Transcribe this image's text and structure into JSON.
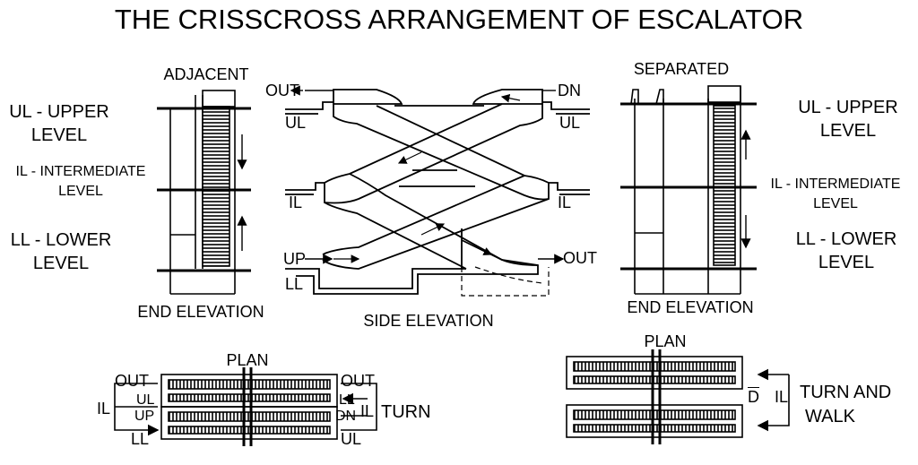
{
  "title": "THE CRISSCROSS ARRANGEMENT OF ESCALATOR",
  "left_end": {
    "heading": "ADJACENT",
    "caption": "END ELEVATION",
    "legend": {
      "ul": "UL - UPPER",
      "ul2": "LEVEL",
      "il": "IL - INTERMEDIATE",
      "il2": "LEVEL",
      "ll": "LL - LOWER",
      "ll2": "LEVEL"
    }
  },
  "right_end": {
    "heading": "SEPARATED",
    "caption": "END ELEVATION",
    "legend": {
      "ul": "UL - UPPER",
      "ul2": "LEVEL",
      "il": "IL - INTERMEDIATE",
      "il2": "LEVEL",
      "ll": "LL - LOWER",
      "ll2": "LEVEL"
    }
  },
  "side": {
    "caption": "SIDE ELEVATION",
    "out_top": "OUT",
    "dn_top": "DN",
    "ul_left": "UL",
    "ul_right": "UL",
    "il_left": "IL",
    "il_right": "IL",
    "up_bottom": "UP",
    "ll_bottom": "LL",
    "out_bottom": "OUT"
  },
  "plan_left": {
    "heading": "PLAN",
    "out_left": "OUT",
    "out_right": "OUT",
    "ul_left": "UL",
    "up_left": "UP",
    "ll_left": "LL",
    "il_left": "IL",
    "ll_right": "LL",
    "dn_right": "DN",
    "ul_right": "UL",
    "il_right": "IL",
    "turn": "TURN"
  },
  "plan_right": {
    "heading": "PLAN",
    "d": "D",
    "il": "IL",
    "turn": "TURN AND",
    "walk": "WALK"
  }
}
